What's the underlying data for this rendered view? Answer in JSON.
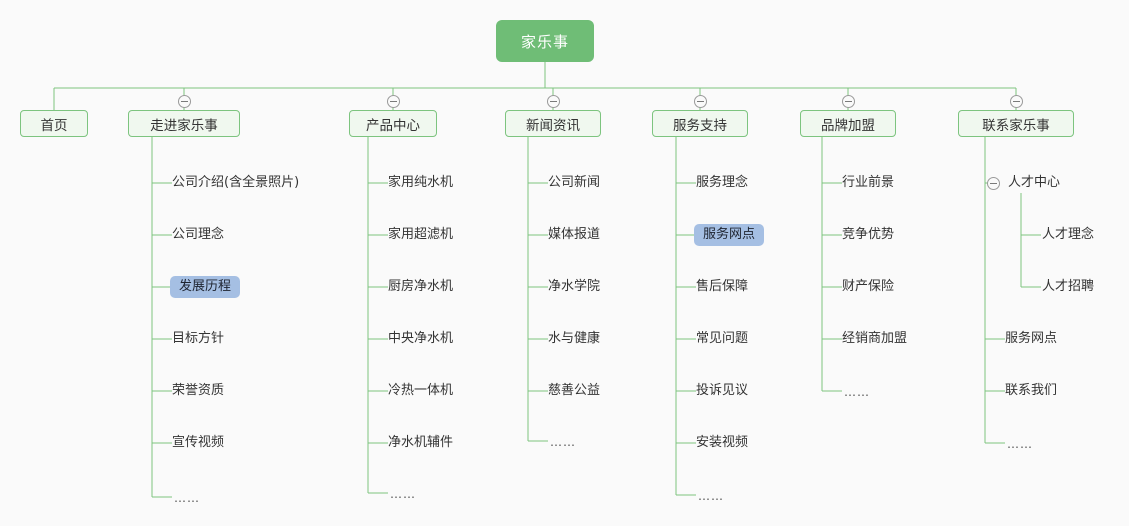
{
  "diagram": {
    "type": "sitemap-tree",
    "background_color": "#fafafa",
    "accent_color": "#6fbd76",
    "line_color": "#7dc47f",
    "selected_color": "#a5bfe3",
    "root": {
      "label": "家乐事"
    },
    "ellipsis_label": "……",
    "collapse_icon": "minus-circle-icon",
    "branches": [
      {
        "label": "首页",
        "has_toggle": false,
        "children": []
      },
      {
        "label": "走进家乐事",
        "has_toggle": true,
        "children": [
          {
            "label": "公司介绍(含全景照片)",
            "selected": false
          },
          {
            "label": "公司理念",
            "selected": false
          },
          {
            "label": "发展历程",
            "selected": true
          },
          {
            "label": "目标方针",
            "selected": false
          },
          {
            "label": "荣誉资质",
            "selected": false
          },
          {
            "label": "宣传视频",
            "selected": false
          },
          {
            "label": "……",
            "selected": false,
            "is_ellipsis": true
          }
        ]
      },
      {
        "label": "产品中心",
        "has_toggle": true,
        "children": [
          {
            "label": "家用纯水机",
            "selected": false
          },
          {
            "label": "家用超滤机",
            "selected": false
          },
          {
            "label": "厨房净水机",
            "selected": false
          },
          {
            "label": "中央净水机",
            "selected": false
          },
          {
            "label": "冷热一体机",
            "selected": false
          },
          {
            "label": "净水机辅件",
            "selected": false
          },
          {
            "label": "……",
            "selected": false,
            "is_ellipsis": true
          }
        ]
      },
      {
        "label": "新闻资讯",
        "has_toggle": true,
        "children": [
          {
            "label": "公司新闻",
            "selected": false
          },
          {
            "label": "媒体报道",
            "selected": false
          },
          {
            "label": "净水学院",
            "selected": false
          },
          {
            "label": "水与健康",
            "selected": false
          },
          {
            "label": "慈善公益",
            "selected": false
          },
          {
            "label": "……",
            "selected": false,
            "is_ellipsis": true
          }
        ]
      },
      {
        "label": "服务支持",
        "has_toggle": true,
        "children": [
          {
            "label": "服务理念",
            "selected": false
          },
          {
            "label": "服务网点",
            "selected": true
          },
          {
            "label": "售后保障",
            "selected": false
          },
          {
            "label": "常见问题",
            "selected": false
          },
          {
            "label": "投诉见议",
            "selected": false
          },
          {
            "label": "安装视频",
            "selected": false
          },
          {
            "label": "……",
            "selected": false,
            "is_ellipsis": true
          }
        ]
      },
      {
        "label": "品牌加盟",
        "has_toggle": true,
        "children": [
          {
            "label": "行业前景",
            "selected": false
          },
          {
            "label": "竞争优势",
            "selected": false
          },
          {
            "label": "财产保险",
            "selected": false
          },
          {
            "label": "经销商加盟",
            "selected": false
          },
          {
            "label": "……",
            "selected": false,
            "is_ellipsis": true
          }
        ]
      },
      {
        "label": "联系家乐事",
        "has_toggle": true,
        "children": [
          {
            "label": "人才中心",
            "selected": false,
            "has_toggle": true,
            "children": [
              {
                "label": "人才理念"
              },
              {
                "label": "人才招聘"
              }
            ]
          },
          {
            "label": "服务网点",
            "selected": false
          },
          {
            "label": "联系我们",
            "selected": false
          },
          {
            "label": "……",
            "selected": false,
            "is_ellipsis": true
          }
        ]
      }
    ]
  }
}
